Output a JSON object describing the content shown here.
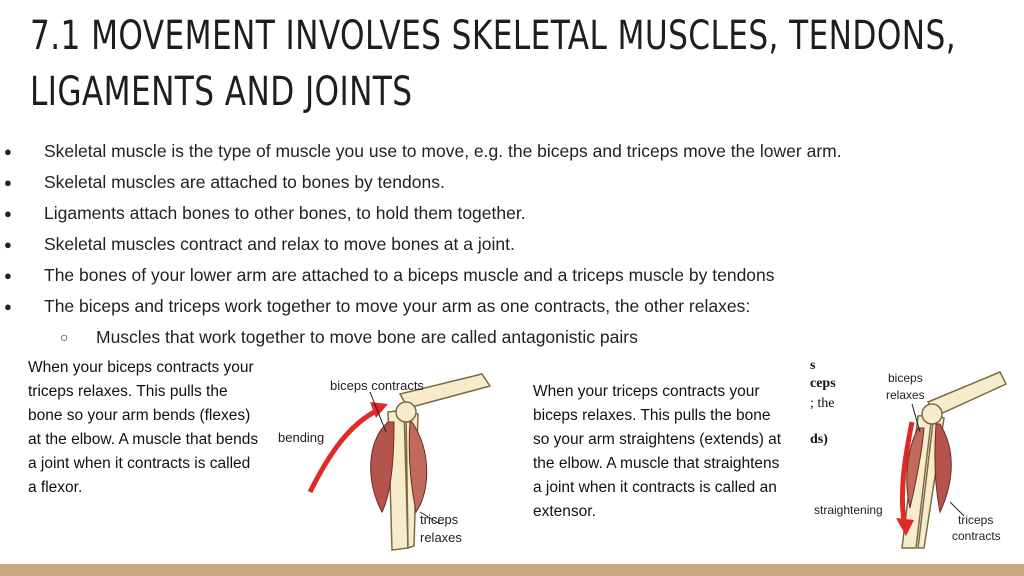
{
  "slide": {
    "title": "7.1 MOVEMENT INVOLVES SKELETAL MUSCLES, TENDONS, LIGAMENTS AND JOINTS",
    "bullets": [
      "Skeletal muscle is the type of muscle you use to move, e.g. the biceps and triceps move the lower arm.",
      "Skeletal muscles are attached to bones by tendons.",
      "Ligaments attach bones to other bones, to hold them together.",
      "Skeletal muscles contract and relax to move bones at a joint.",
      "The bones of your lower arm are attached to a biceps muscle and a triceps muscle by tendons",
      "The biceps and triceps work together to move your arm as one contracts, the other relaxes:"
    ],
    "sub_bullet": "Muscles that work together to move bone are called antagonistic pairs",
    "paragraph_flexor": "When your biceps contracts your triceps relaxes. This pulls the bone so your arm bends (flexes) at the elbow. A muscle that bends a joint when it contracts is called a flexor.",
    "paragraph_extensor": "When your triceps contracts your biceps relaxes. This pulls the bone so your arm straightens (extends) at the elbow. A muscle that straightens a joint when it contracts is called an extensor.",
    "cropped_text": [
      "s",
      "ceps",
      "; the",
      "ds)"
    ],
    "figure_bending": {
      "label_biceps": "biceps contracts",
      "label_action": "bending",
      "label_triceps_1": "triceps",
      "label_triceps_2": "relaxes"
    },
    "figure_straightening": {
      "label_biceps_1": "biceps",
      "label_biceps_2": "relaxes",
      "label_action": "straightening",
      "label_triceps_1": "triceps",
      "label_triceps_2": "contracts"
    },
    "colors": {
      "arrow": "#e02a2a",
      "muscle": "#b4544c",
      "bone": "#f6eccb",
      "bone_outline": "#7c6a44",
      "footer": "#c9aa7c"
    }
  }
}
